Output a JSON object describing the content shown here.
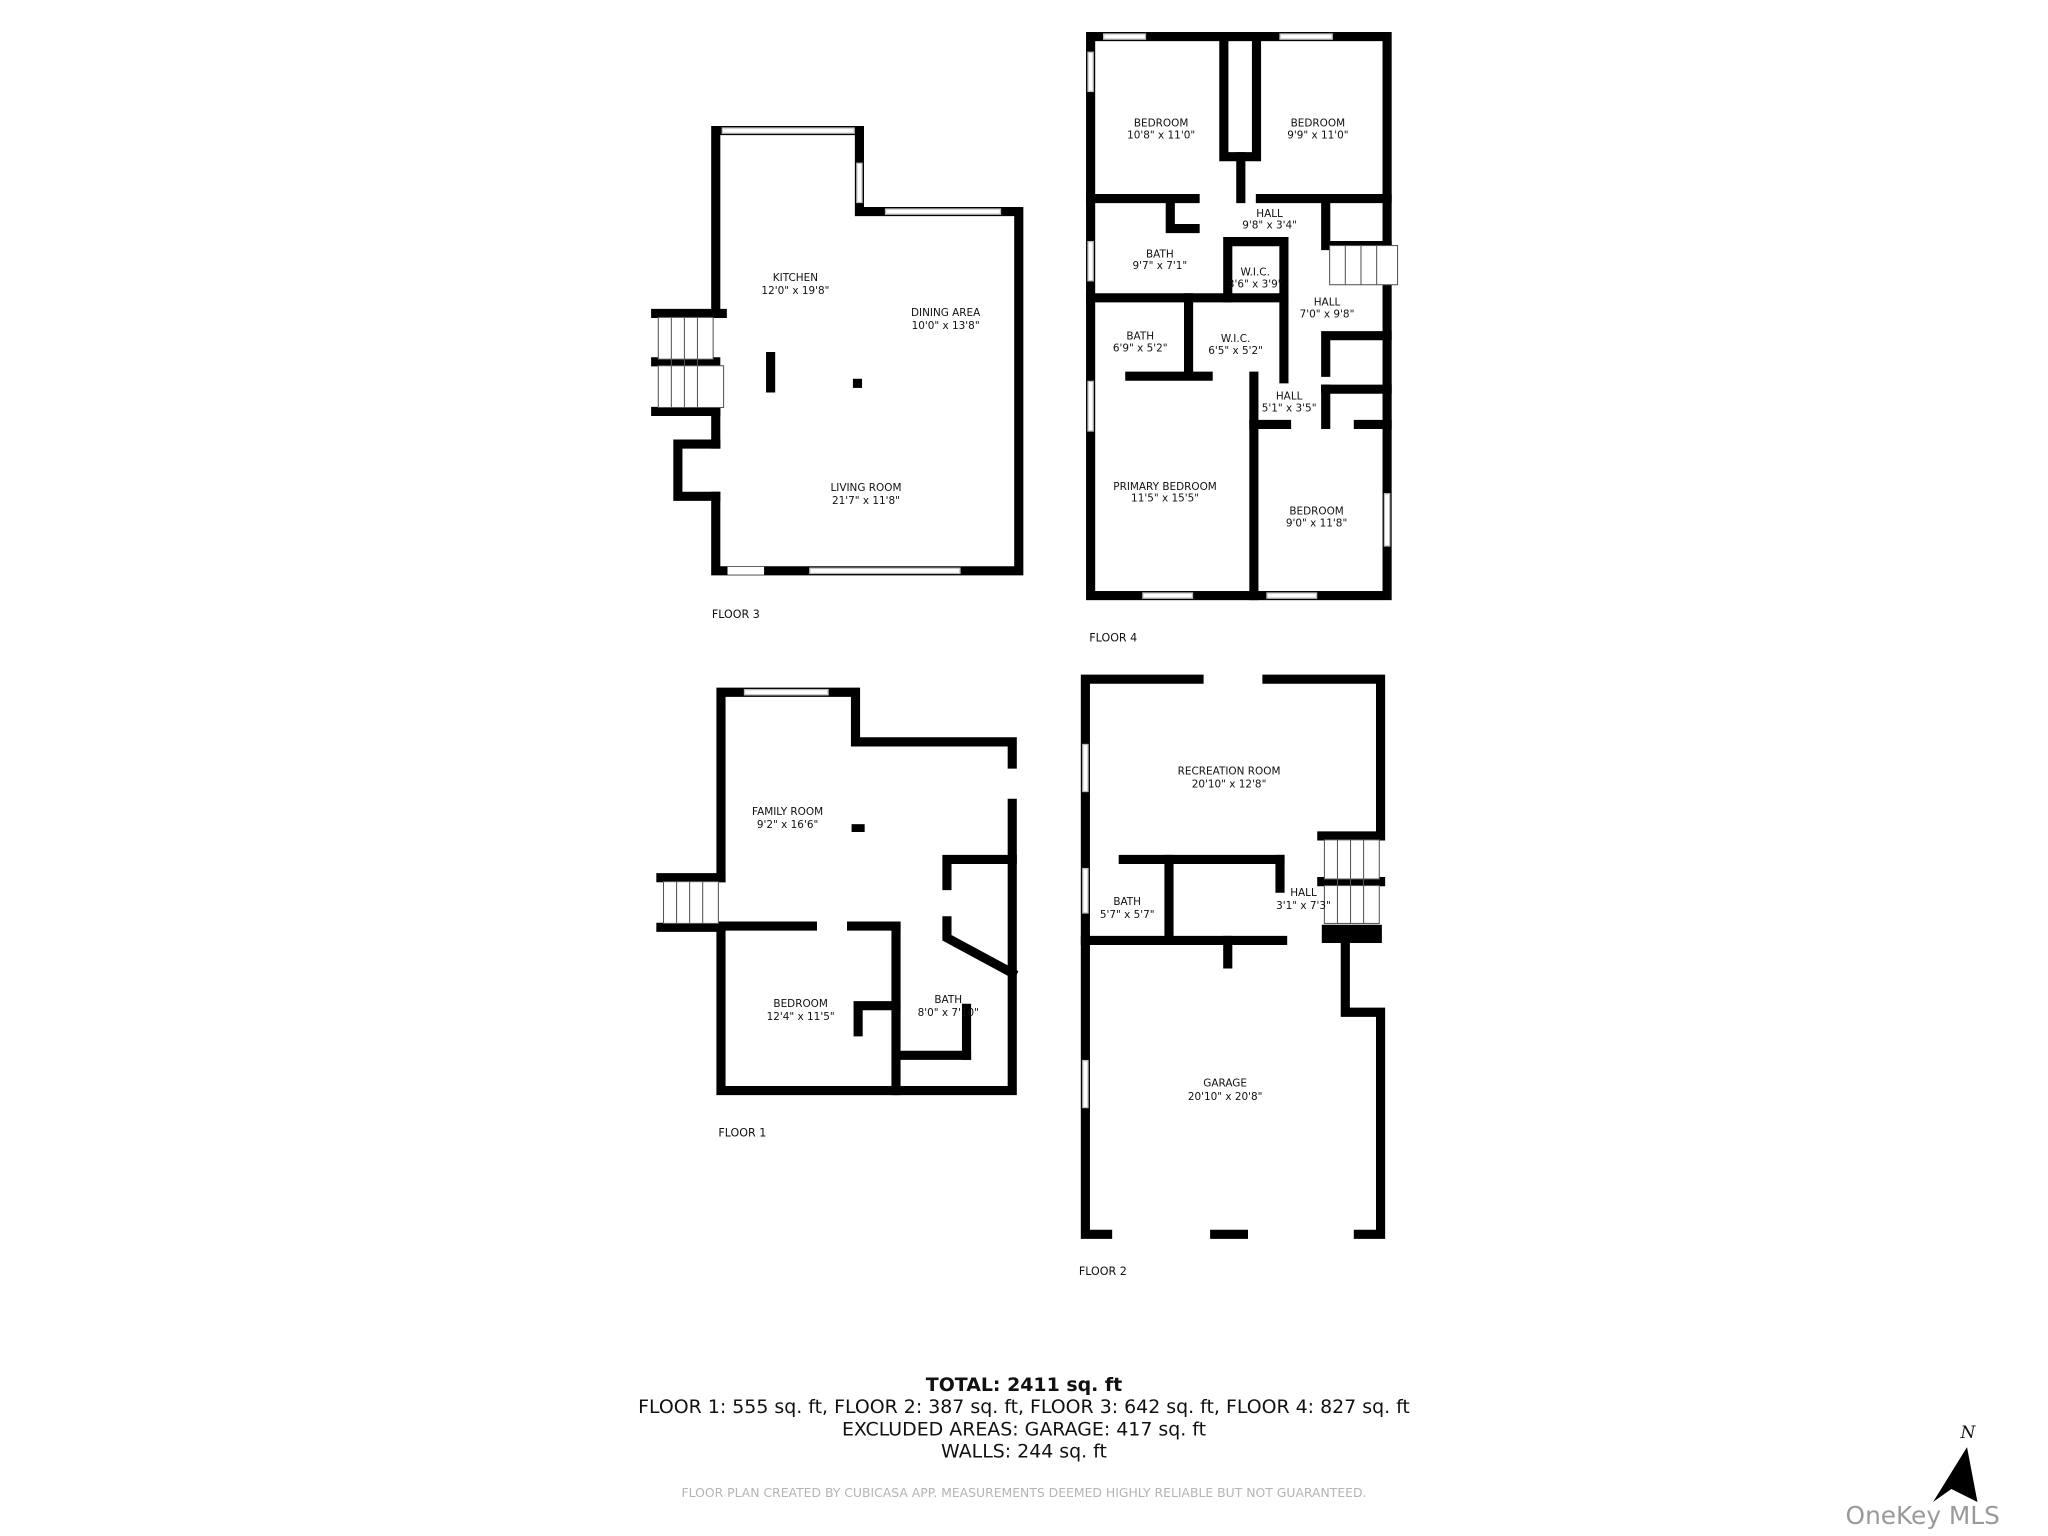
{
  "floors": [
    {
      "label": "FLOOR 3",
      "rooms": [
        {
          "name": "KITCHEN",
          "dims": "12'0\" x 19'8\""
        },
        {
          "name": "DINING AREA",
          "dims": "10'0\" x 13'8\""
        },
        {
          "name": "LIVING ROOM",
          "dims": "21'7\" x 11'8\""
        }
      ]
    },
    {
      "label": "FLOOR 4",
      "rooms": [
        {
          "name": "BEDROOM",
          "dims": "10'8\" x 11'0\""
        },
        {
          "name": "BEDROOM",
          "dims": "9'9\" x 11'0\""
        },
        {
          "name": "HALL",
          "dims": "9'8\" x 3'4\""
        },
        {
          "name": "BATH",
          "dims": "9'7\" x 7'1\""
        },
        {
          "name": "W.I.C.",
          "dims": "3'6\" x 3'9\""
        },
        {
          "name": "HALL",
          "dims": "7'0\" x 9'8\""
        },
        {
          "name": "BATH",
          "dims": "6'9\" x 5'2\""
        },
        {
          "name": "W.I.C.",
          "dims": "6'5\" x 5'2\""
        },
        {
          "name": "HALL",
          "dims": "5'1\" x 3'5\""
        },
        {
          "name": "PRIMARY BEDROOM",
          "dims": "11'5\" x 15'5\""
        },
        {
          "name": "BEDROOM",
          "dims": "9'0\" x 11'8\""
        }
      ]
    },
    {
      "label": "FLOOR 1",
      "rooms": [
        {
          "name": "FAMILY ROOM",
          "dims": "9'2\" x 16'6\""
        },
        {
          "name": "BEDROOM",
          "dims": "12'4\" x 11'5\""
        },
        {
          "name": "BATH",
          "dims": "8'0\" x 7'10\""
        }
      ]
    },
    {
      "label": "FLOOR 2",
      "rooms": [
        {
          "name": "RECREATION ROOM",
          "dims": "20'10\" x 12'8\""
        },
        {
          "name": "BATH",
          "dims": "5'7\" x 5'7\""
        },
        {
          "name": "HALL",
          "dims": "3'1\" x 7'3\""
        },
        {
          "name": "GARAGE",
          "dims": "20'10\" x 20'8\""
        }
      ]
    }
  ],
  "summary": {
    "total": "TOTAL: 2411 sq. ft",
    "floors": "FLOOR 1: 555 sq. ft, FLOOR 2: 387 sq. ft, FLOOR 3: 642 sq. ft, FLOOR 4: 827 sq. ft",
    "excluded": "EXCLUDED AREAS: GARAGE: 417 sq. ft",
    "walls": "WALLS: 244 sq. ft"
  },
  "disclaimer": "FLOOR PLAN CREATED BY CUBICASA APP. MEASUREMENTS DEEMED HIGHLY RELIABLE BUT NOT GUARANTEED.",
  "compass": {
    "label": "N",
    "icon": "north-arrow-icon"
  },
  "watermark": "OneKey MLS",
  "colors": {
    "walls": "#000000",
    "text": "#111111",
    "disclaimer": "#b4b4b4",
    "watermark": "#9a9a9a"
  }
}
